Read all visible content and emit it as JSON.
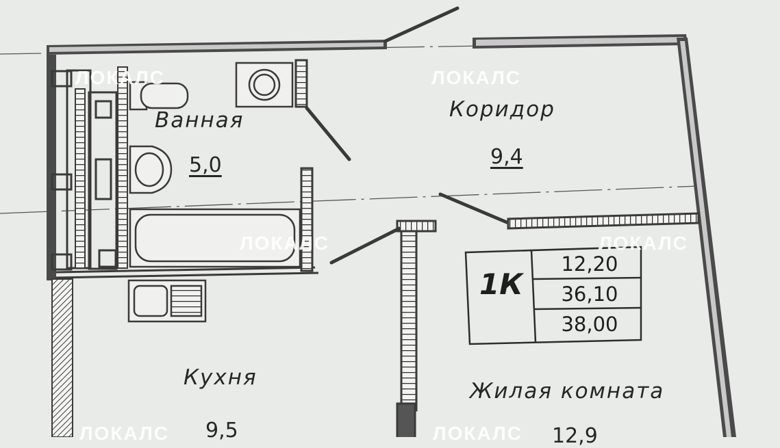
{
  "watermark": "ЛОКАЛС",
  "rooms": {
    "bathroom": {
      "name": "Ванная",
      "area": "5,0"
    },
    "corridor": {
      "name": "Коридор",
      "area": "9,4"
    },
    "kitchen": {
      "name": "Кухня",
      "area": "9,5"
    },
    "living_room": {
      "name": "Жилая комната",
      "area": "12,9"
    }
  },
  "summary": {
    "type": "1К",
    "values": [
      "12,20",
      "36,10",
      "38,00"
    ]
  },
  "colors": {
    "background": "#e9ebe8",
    "ink": "#262626",
    "wall": "#3a3a3a",
    "watermark": "#ffffff"
  }
}
